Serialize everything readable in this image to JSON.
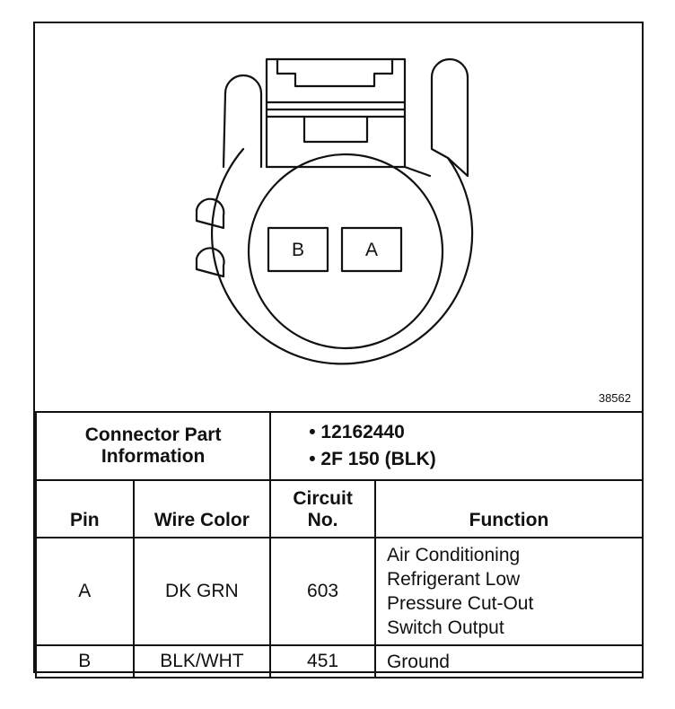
{
  "figure": {
    "number": "38562",
    "pins": [
      "B",
      "A"
    ]
  },
  "connector_info": {
    "label_line1": "Connector Part",
    "label_line2": "Information",
    "bullets": [
      "• 12162440",
      "• 2F 150 (BLK)"
    ]
  },
  "table": {
    "headers": {
      "pin": "Pin",
      "wire_color": "Wire Color",
      "circuit_line1": "Circuit",
      "circuit_line2": "No.",
      "function": "Function"
    },
    "rows": [
      {
        "pin": "A",
        "wire_color": "DK GRN",
        "circuit": "603",
        "function_lines": [
          "Air Conditioning",
          "Refrigerant Low",
          "Pressure Cut-Out",
          "Switch Output"
        ]
      },
      {
        "pin": "B",
        "wire_color": "BLK/WHT",
        "circuit": "451",
        "function_lines": [
          "Ground"
        ]
      }
    ]
  }
}
